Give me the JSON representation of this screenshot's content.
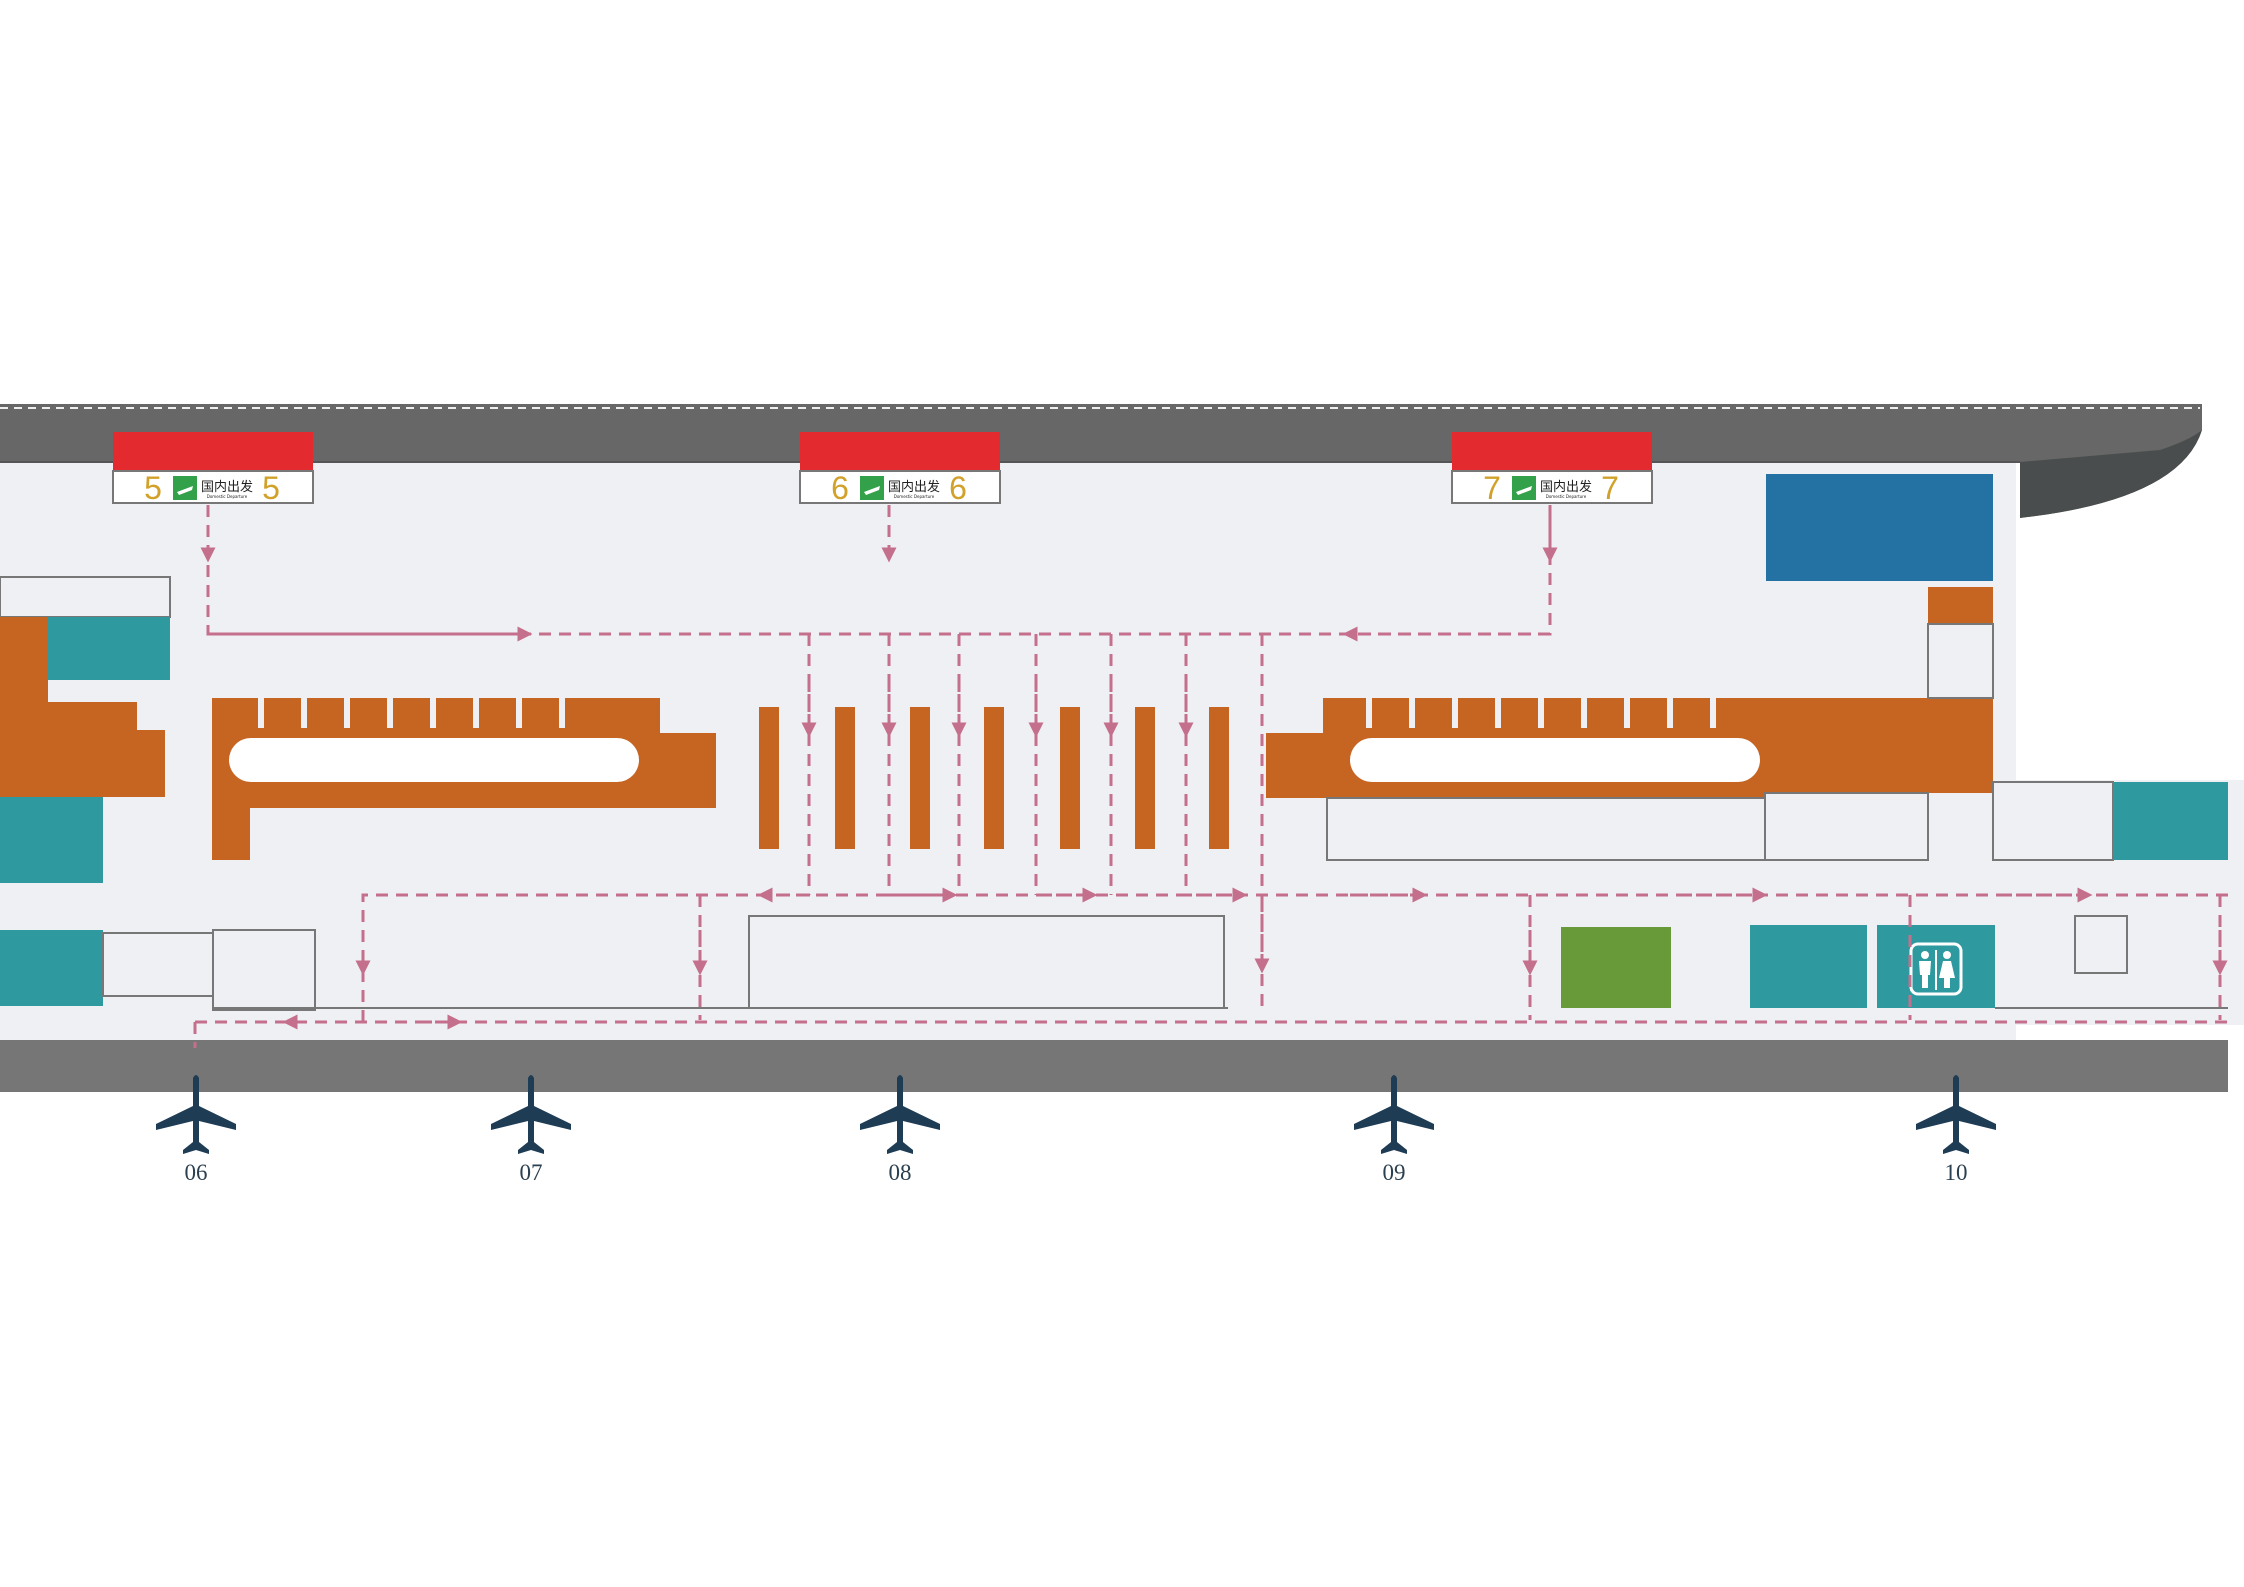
{
  "colors": {
    "floor": "#eff0f3",
    "roof": "#666766",
    "roof_edge": "#4a4d4d",
    "apron": "#767676",
    "counter": "#c66422",
    "teal": "#2e999e",
    "blue": "#2372a3",
    "green": "#699a3a",
    "route": "#c46f8c",
    "sign_red": "#e32a2e",
    "sign_green": "#33a04a",
    "plane": "#1f3c55",
    "outline": "#777777"
  },
  "entrance_signs": [
    {
      "number": "5",
      "text": "国内出发",
      "subtext": "Domestic Departure",
      "icon": "departure-plane-icon"
    },
    {
      "number": "6",
      "text": "国内出发",
      "subtext": "Domestic Departure",
      "icon": "departure-plane-icon"
    },
    {
      "number": "7",
      "text": "国内出发",
      "subtext": "Domestic Departure",
      "icon": "departure-plane-icon"
    }
  ],
  "gates": [
    {
      "label": "06",
      "icon": "airplane-icon"
    },
    {
      "label": "07",
      "icon": "airplane-icon"
    },
    {
      "label": "08",
      "icon": "airplane-icon"
    },
    {
      "label": "09",
      "icon": "airplane-icon"
    },
    {
      "label": "10",
      "icon": "airplane-icon"
    }
  ],
  "facilities": {
    "restroom_icon": "restroom-icon"
  }
}
